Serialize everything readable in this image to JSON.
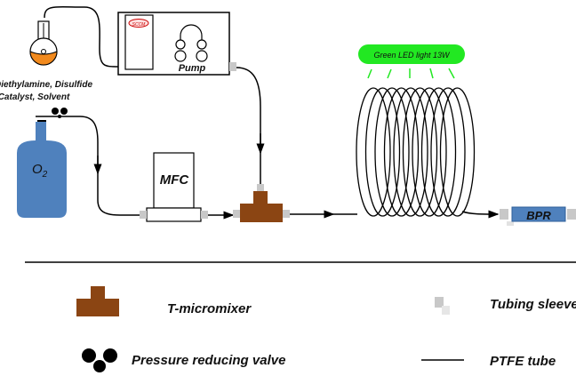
{
  "labels": {
    "reagents_line1": "Diethylamine, Disulfide",
    "reagents_line2": "Catalyst, Solvent",
    "pump_display": "SCCM",
    "pump": "Pump",
    "oxygen": "O",
    "oxygen_sub": "2",
    "mfc": "MFC",
    "led": "Green LED light 13W",
    "bpr": "BPR"
  },
  "legend": [
    {
      "symbol": "t-micromixer",
      "label": "T-micromixer"
    },
    {
      "symbol": "tubing-sleeve",
      "label": "Tubing sleeve"
    },
    {
      "symbol": "pressure-reducing-valve",
      "label": "Pressure reducing valve"
    },
    {
      "symbol": "ptfe-tube",
      "label": "PTFE tube"
    }
  ],
  "colors": {
    "flask_liquid": "#f28a1e",
    "cylinder": "#4f81bd",
    "micromixer": "#8b4513",
    "led": "#22e822",
    "bpr": "#4f81bd",
    "sleeve": "#c8c8c8"
  }
}
